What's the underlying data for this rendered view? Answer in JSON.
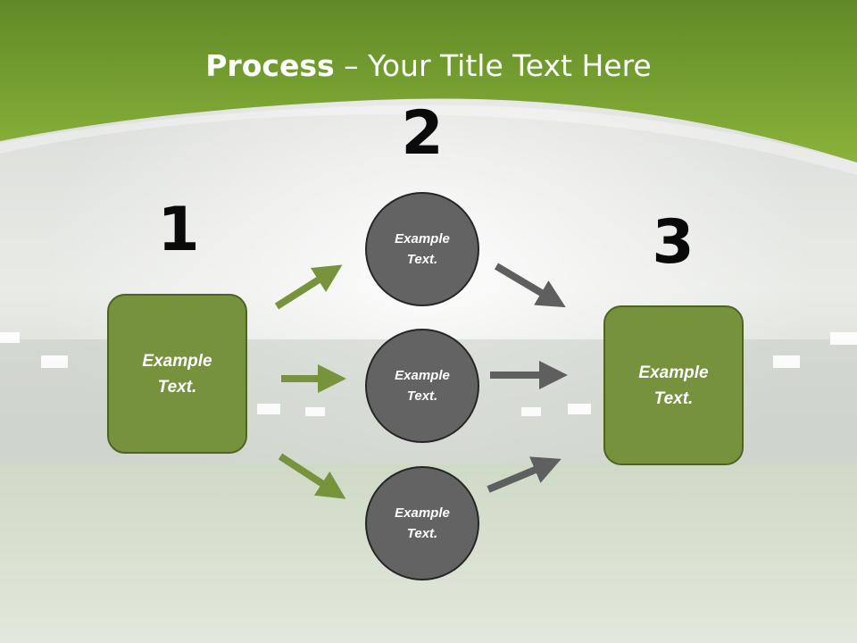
{
  "slide": {
    "title_bold": "Process",
    "title_rest": " – Your Title Text Here"
  },
  "steps": {
    "one": "1",
    "two": "2",
    "three": "3"
  },
  "left_box": {
    "text": "Example\nText."
  },
  "right_box": {
    "text": "Example\nText."
  },
  "circles": [
    {
      "text": "Example\nText."
    },
    {
      "text": "Example\nText."
    },
    {
      "text": "Example\nText."
    }
  ],
  "colors": {
    "header_green": "#7ca32e",
    "box_green": "#76923c",
    "box_border": "#4f6228",
    "circle_gray": "#636363",
    "arrow_green": "#77933c",
    "arrow_gray": "#5f5f5f"
  },
  "icons": {
    "green_arrow": "arrow-icon",
    "gray_arrow": "arrow-icon"
  }
}
